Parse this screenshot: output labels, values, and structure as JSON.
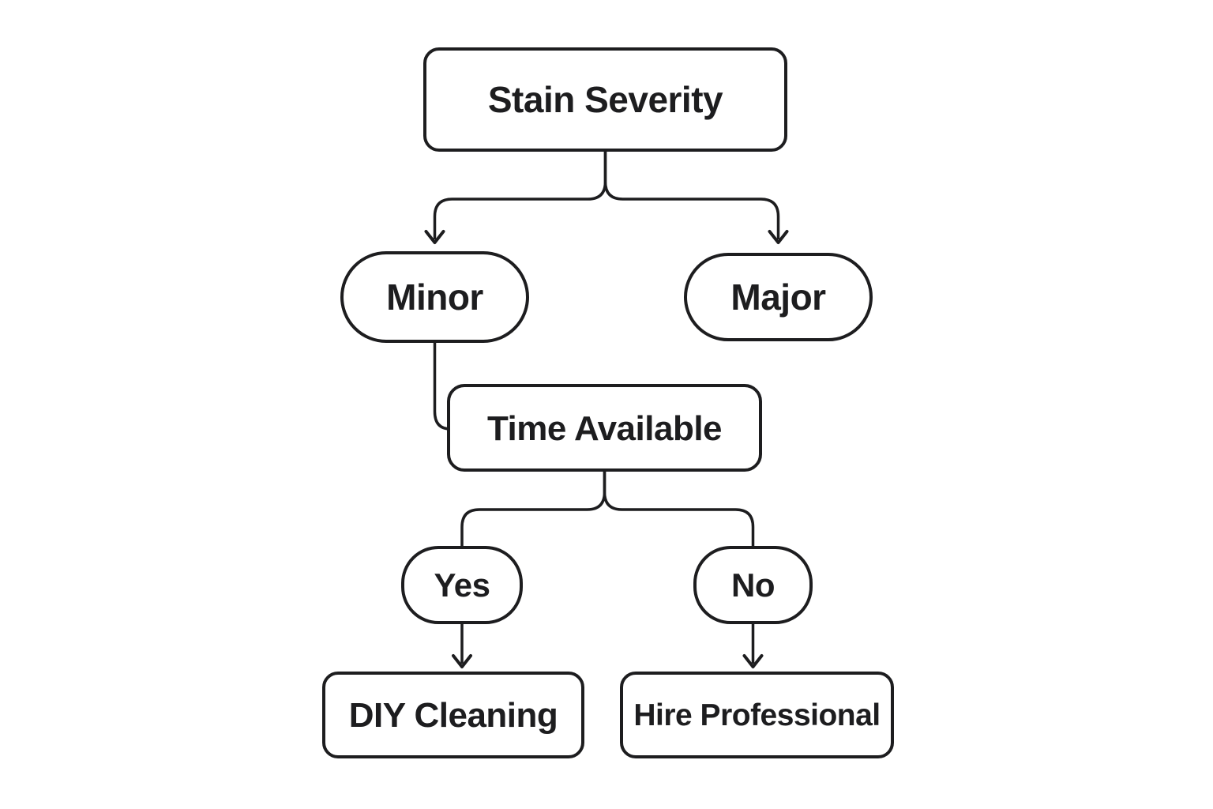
{
  "diagram": {
    "type": "flowchart",
    "title": "Stain Severity decision tree",
    "colors": {
      "background": "#ffffff",
      "stroke": "#1d1d1f",
      "text": "#1d1d1f",
      "node_fill": "#ffffff"
    },
    "nodes": {
      "root": {
        "label": "Stain Severity",
        "shape": "rounded-rect"
      },
      "minor": {
        "label": "Minor",
        "shape": "stadium"
      },
      "major": {
        "label": "Major",
        "shape": "stadium"
      },
      "time": {
        "label": "Time Available",
        "shape": "rounded-rect"
      },
      "yes": {
        "label": "Yes",
        "shape": "stadium"
      },
      "no": {
        "label": "No",
        "shape": "stadium"
      },
      "diy": {
        "label": "DIY Cleaning",
        "shape": "rounded-rect"
      },
      "hire": {
        "label": "Hire Professional",
        "shape": "rounded-rect"
      }
    },
    "edges": [
      {
        "from": "Stain Severity",
        "to": "Minor",
        "arrowhead": true
      },
      {
        "from": "Stain Severity",
        "to": "Major",
        "arrowhead": true
      },
      {
        "from": "Minor",
        "to": "Time Available",
        "arrowhead": false
      },
      {
        "from": "Time Available",
        "to": "Yes",
        "arrowhead": false
      },
      {
        "from": "Time Available",
        "to": "No",
        "arrowhead": false
      },
      {
        "from": "Yes",
        "to": "DIY Cleaning",
        "arrowhead": true
      },
      {
        "from": "No",
        "to": "Hire Professional",
        "arrowhead": true
      }
    ]
  }
}
